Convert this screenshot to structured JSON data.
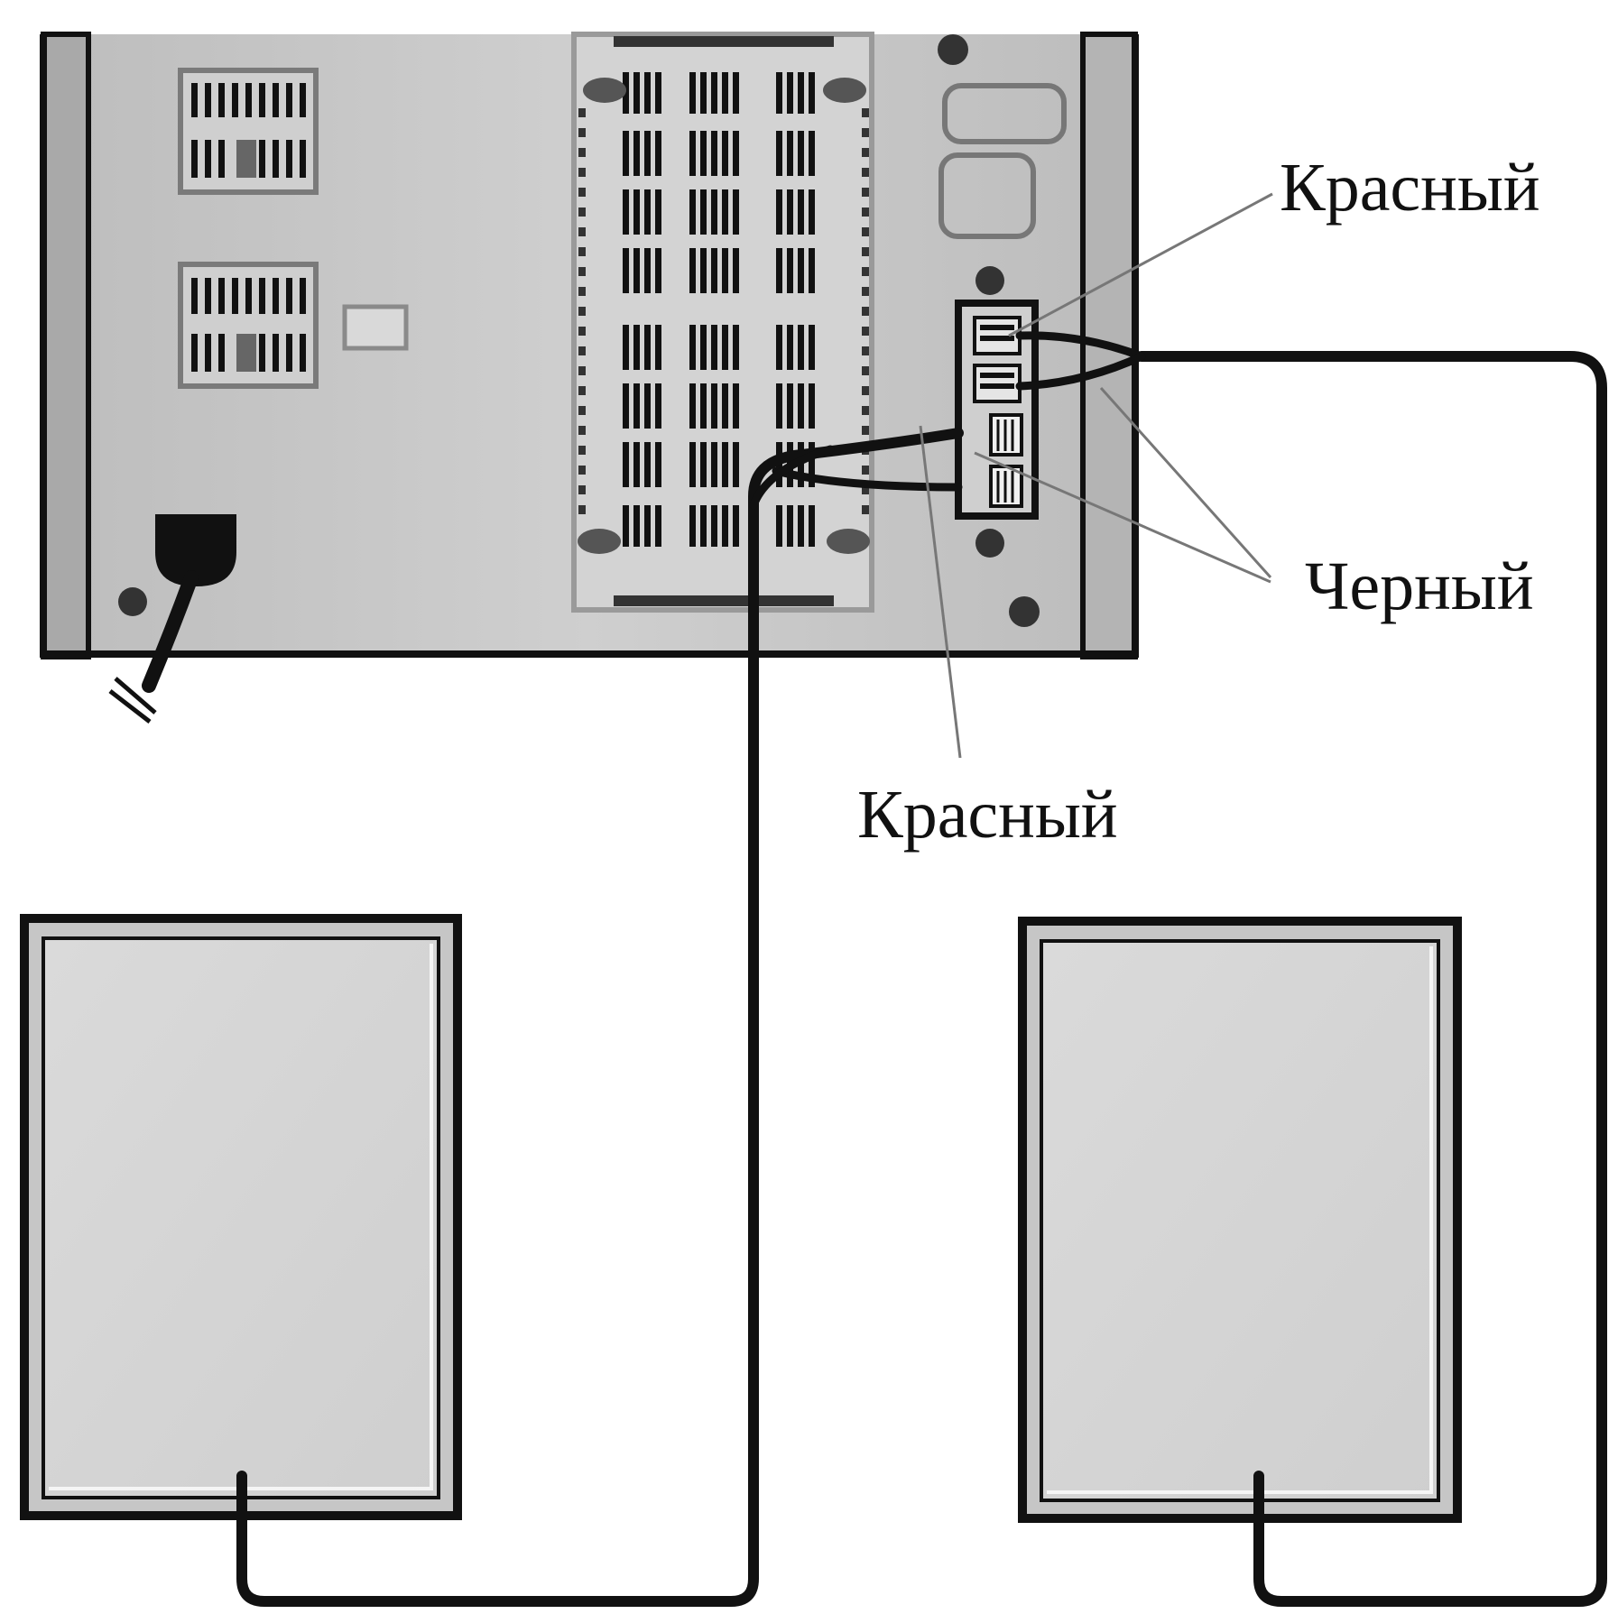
{
  "callouts": {
    "red_top": "Красный",
    "black": "Черный",
    "red_bottom": "Красный"
  },
  "colors": {
    "background": "#ffffff",
    "panel": "#c9c9c9",
    "outline": "#111111",
    "speaker_face": "#d6d6d6",
    "leader_line": "#777777"
  }
}
